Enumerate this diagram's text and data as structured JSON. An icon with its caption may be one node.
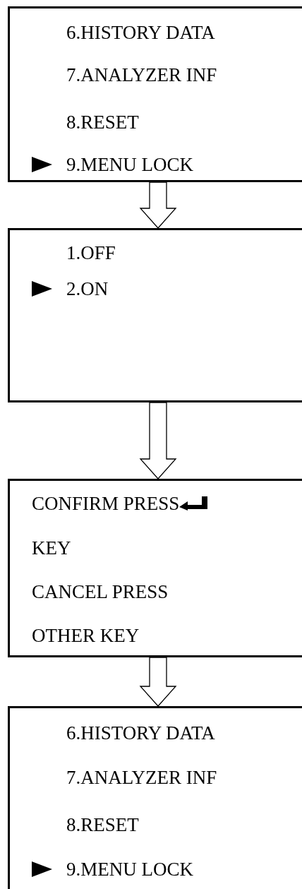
{
  "diagram": {
    "nodes": [
      {
        "text": [
          "6.HISTORY DATA",
          "7.ANALYZER INF",
          "8.RESET",
          "9.MENU LOCK"
        ]
      },
      {
        "text": [
          "1.OFF",
          "2.ON"
        ]
      },
      {
        "text": [
          "CONFIRM PRESS",
          "KEY",
          "CANCEL PRESS",
          "OTHER KEY"
        ]
      },
      {
        "text": [
          "6.HISTORY DATA",
          "7.ANALYZER INF",
          "8.RESET",
          "9.MENU LOCK"
        ]
      }
    ],
    "edges": [
      {
        "from": 0,
        "to": 1,
        "arrow": "to"
      },
      {
        "from": 1,
        "to": 2,
        "arrow": "to"
      },
      {
        "from": 2,
        "to": 3,
        "arrow": "to"
      }
    ]
  }
}
